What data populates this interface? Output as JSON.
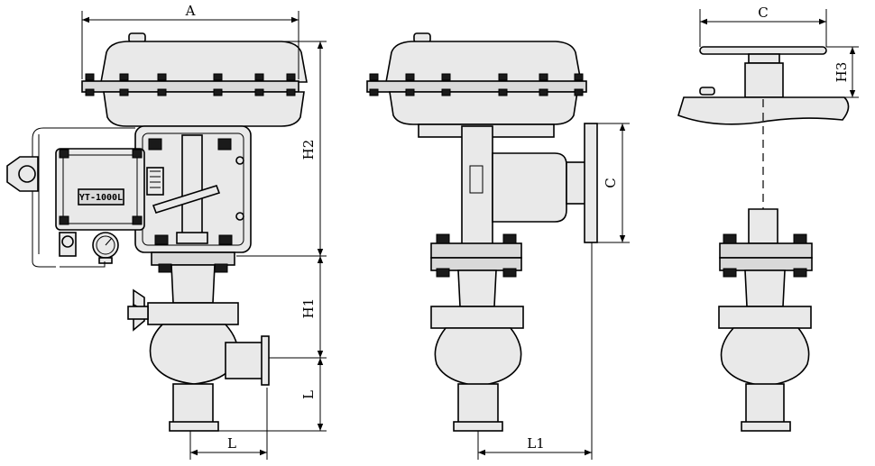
{
  "labels": {
    "a": "A",
    "h2": "H2",
    "h1": "H1",
    "l_vertical": "L",
    "l_horizontal": "L",
    "c_middle": "C",
    "l1": "L1",
    "c_right": "C",
    "h3": "H3",
    "positioner_model": "YT-1000L"
  }
}
